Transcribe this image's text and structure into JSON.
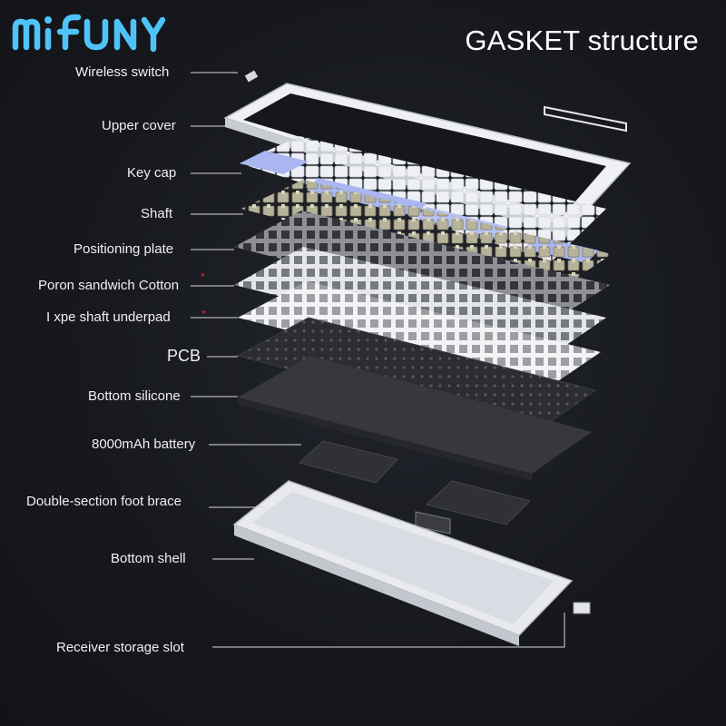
{
  "brand": {
    "logo_text": "MIFUNY"
  },
  "title": "GASKET structure",
  "labels": {
    "wireless_switch": "Wireless switch",
    "upper_cover": "Upper cover",
    "key_cap": "Key cap",
    "shaft": "Shaft",
    "positioning_plate": "Positioning plate",
    "poron_sandwich_cotton": "Poron sandwich Cotton",
    "ixpe_shaft_underpad": "I xpe shaft underpad",
    "pcb": "PCB",
    "bottom_silicone": "Bottom silicone",
    "battery": "8000mAh battery",
    "foot_brace": "Double-section foot brace",
    "bottom_shell": "Bottom shell",
    "receiver_slot": "Receiver storage slot"
  },
  "markers": {
    "asterisk": "*"
  },
  "colors": {
    "background": "#15171c",
    "logo": "#4fc3f7",
    "label": "#f0f0f0",
    "asterisk": "#e0302b",
    "leader_line": "#d8d8d8",
    "keycap_blue": "#a9b6ef",
    "keycap_white": "#eef0f5",
    "switch_housing": "#b7b39a",
    "plate": "#a6a8ad",
    "pcb": "#2b2d31",
    "shell": "#e4e6ea"
  }
}
